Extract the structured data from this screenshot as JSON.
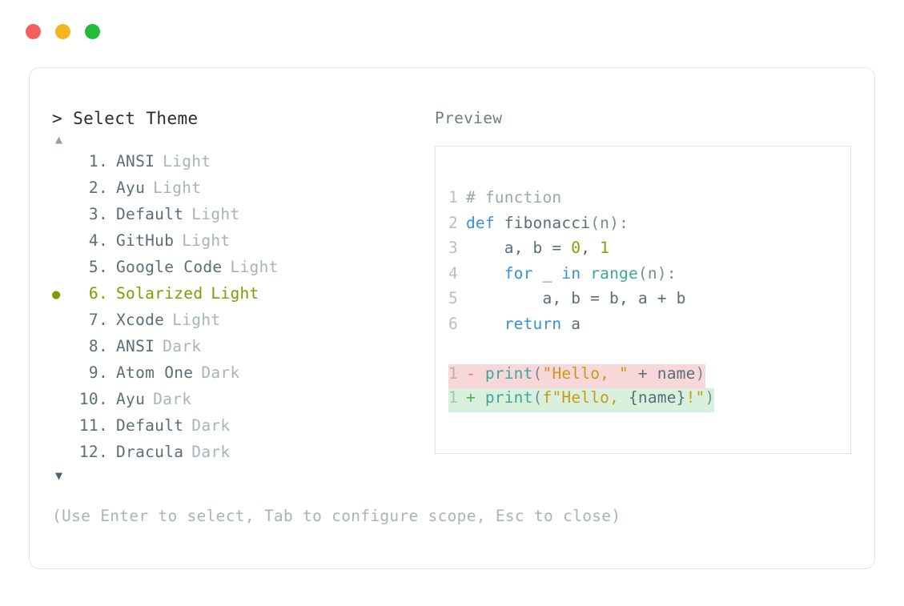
{
  "window": {
    "dots": [
      {
        "name": "close-dot",
        "color": "#f4615c"
      },
      {
        "name": "minimize-dot",
        "color": "#f5b51f"
      },
      {
        "name": "maximize-dot",
        "color": "#22bb3b"
      }
    ]
  },
  "prompt": {
    "text": "> Select Theme",
    "scroll_up_icon": "▲",
    "scroll_down_icon": "▼",
    "bullet_icon": "●"
  },
  "theme_list": {
    "items": [
      {
        "index": "1",
        "number": "1.",
        "name": "ANSI",
        "variant": "Light",
        "selected": false
      },
      {
        "index": "2",
        "number": "2.",
        "name": "Ayu",
        "variant": "Light",
        "selected": false
      },
      {
        "index": "3",
        "number": "3.",
        "name": "Default",
        "variant": "Light",
        "selected": false
      },
      {
        "index": "4",
        "number": "4.",
        "name": "GitHub",
        "variant": "Light",
        "selected": false
      },
      {
        "index": "5",
        "number": "5.",
        "name": "Google Code",
        "variant": "Light",
        "selected": false
      },
      {
        "index": "6",
        "number": "6.",
        "name": "Solarized",
        "variant": "Light",
        "selected": true
      },
      {
        "index": "7",
        "number": "7.",
        "name": "Xcode",
        "variant": "Light",
        "selected": false
      },
      {
        "index": "8",
        "number": "8.",
        "name": "ANSI",
        "variant": "Dark",
        "selected": false
      },
      {
        "index": "9",
        "number": "9.",
        "name": "Atom One",
        "variant": "Dark",
        "selected": false
      },
      {
        "index": "10",
        "number": "10.",
        "name": "Ayu",
        "variant": "Dark",
        "selected": false
      },
      {
        "index": "11",
        "number": "11.",
        "name": "Default",
        "variant": "Dark",
        "selected": false
      },
      {
        "index": "12",
        "number": "12.",
        "name": "Dracula",
        "variant": "Dark",
        "selected": false
      }
    ]
  },
  "footer": {
    "hint": "(Use Enter to select, Tab to configure scope, Esc to close)"
  },
  "preview": {
    "label": "Preview",
    "code_lines": [
      {
        "ln": "1",
        "tokens": [
          {
            "t": "# function",
            "c": "tok-comment"
          }
        ]
      },
      {
        "ln": "2",
        "tokens": [
          {
            "t": "def ",
            "c": "tok-kw"
          },
          {
            "t": "fibonacci",
            "c": "tok-plain"
          },
          {
            "t": "(n):",
            "c": "tok-punct"
          }
        ]
      },
      {
        "ln": "3",
        "tokens": [
          {
            "t": "    a, b = ",
            "c": "tok-plain"
          },
          {
            "t": "0",
            "c": "tok-num"
          },
          {
            "t": ", ",
            "c": "tok-plain"
          },
          {
            "t": "1",
            "c": "tok-num"
          }
        ]
      },
      {
        "ln": "4",
        "tokens": [
          {
            "t": "    ",
            "c": "tok-plain"
          },
          {
            "t": "for",
            "c": "tok-kw"
          },
          {
            "t": " _ ",
            "c": "tok-plain"
          },
          {
            "t": "in",
            "c": "tok-kw"
          },
          {
            "t": " ",
            "c": "tok-plain"
          },
          {
            "t": "range",
            "c": "tok-fn"
          },
          {
            "t": "(n):",
            "c": "tok-punct"
          }
        ]
      },
      {
        "ln": "5",
        "tokens": [
          {
            "t": "        a, b = b, a + b",
            "c": "tok-plain"
          }
        ]
      },
      {
        "ln": "6",
        "tokens": [
          {
            "t": "    ",
            "c": "tok-plain"
          },
          {
            "t": "return",
            "c": "tok-kw"
          },
          {
            "t": " a",
            "c": "tok-plain"
          }
        ]
      }
    ],
    "diff_lines": [
      {
        "ln": "1",
        "kind": "removed",
        "marker": "-",
        "tokens": [
          {
            "t": "print",
            "c": "tok-fn"
          },
          {
            "t": "(",
            "c": "tok-punct"
          },
          {
            "t": "\"Hello, \"",
            "c": "tok-str"
          },
          {
            "t": " + ",
            "c": "tok-plain"
          },
          {
            "t": "name",
            "c": "tok-plain"
          },
          {
            "t": ")",
            "c": "tok-punct"
          }
        ]
      },
      {
        "ln": "1",
        "kind": "added",
        "marker": "+",
        "tokens": [
          {
            "t": "print",
            "c": "tok-fn"
          },
          {
            "t": "(",
            "c": "tok-punct"
          },
          {
            "t": "f\"Hello, ",
            "c": "tok-str"
          },
          {
            "t": "{name}",
            "c": "tok-plain"
          },
          {
            "t": "!\"",
            "c": "tok-str"
          },
          {
            "t": ")",
            "c": "tok-punct"
          }
        ]
      }
    ]
  }
}
